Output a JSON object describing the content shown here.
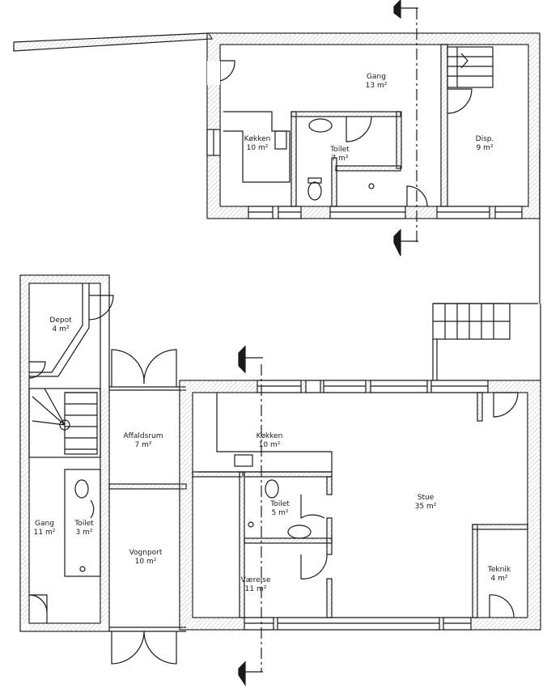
{
  "rooms": {
    "gang_upper": {
      "name": "Gang",
      "area": "13 m²"
    },
    "kokken_upper": {
      "name": "Køkken",
      "area": "10 m²"
    },
    "toilet_upper": {
      "name": "Toilet",
      "area": "7 m²"
    },
    "disp": {
      "name": "Disp.",
      "area": "9 m²"
    },
    "depot": {
      "name": "Depot",
      "area": "4 m²"
    },
    "affaldsrum": {
      "name": "Affaldsrum",
      "area": "7 m²"
    },
    "kokken_lower": {
      "name": "Køkken",
      "area": "10 m²"
    },
    "toilet_lower": {
      "name": "Toilet",
      "area": "5 m²"
    },
    "stue": {
      "name": "Stue",
      "area": "35 m²"
    },
    "gang_lower": {
      "name": "Gang",
      "area": "11 m²"
    },
    "toilet_small": {
      "name": "Toilet",
      "area": "3 m²"
    },
    "vognport": {
      "name": "Vognport",
      "area": "10 m²"
    },
    "vaerelse": {
      "name": "Værelse",
      "area": "11 m²"
    },
    "teknik": {
      "name": "Teknik",
      "area": "4 m²"
    }
  },
  "colors": {
    "wall": "#1a1a1a",
    "wall_fill": "#ffffff",
    "line": "#222222"
  }
}
